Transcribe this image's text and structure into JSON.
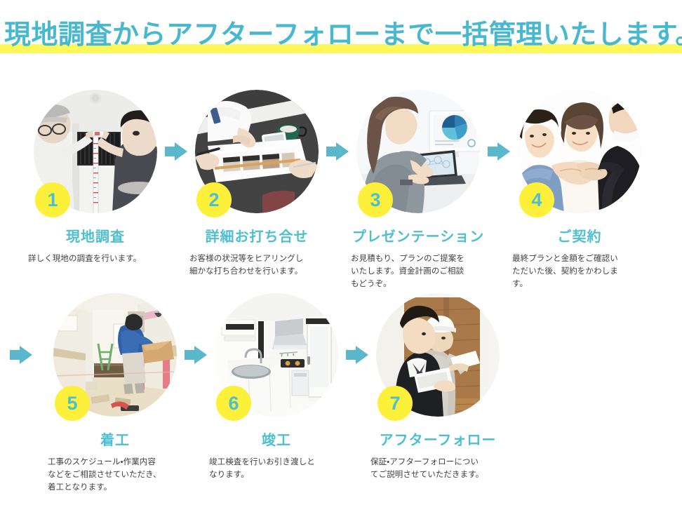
{
  "headline": {
    "text": "現地調査からアフターフォローまで一括管理いたします。",
    "color": "#48b8cf",
    "highlight_color": "#fdf75a"
  },
  "theme": {
    "accent_teal": "#4dbfcf",
    "badge_yellow": "#fdf03a",
    "arrow_teal": "#5bb8cc",
    "body_text": "#3f3f3f",
    "background": "#ffffff"
  },
  "arrow_icon_name": "arrow-right-icon",
  "rows": [
    {
      "steps": [
        {
          "number": "1",
          "title": "現地調査",
          "desc_lines": [
            "詳しく現地の調査を行います。"
          ],
          "photo_alt": "現地調査の写真"
        },
        {
          "number": "2",
          "title": "詳細お打ち合せ",
          "desc_lines": [
            "お客様の状況等をヒアリングし",
            "細かな打ち合わせを行います。"
          ],
          "photo_alt": "詳細お打ち合せの写真"
        },
        {
          "number": "3",
          "title": "プレゼンテーション",
          "desc_lines": [
            "お見積もり、プランのご提案を",
            "いたします。資金計画のご相談",
            "もどうぞ。"
          ],
          "photo_alt": "プレゼンテーションの写真"
        },
        {
          "number": "4",
          "title": "ご契約",
          "desc_lines": [
            "最終プランと金額をご確認い",
            "ただいた後、契約をかわしま",
            "す。"
          ],
          "photo_alt": "ご契約の写真"
        }
      ]
    },
    {
      "steps": [
        {
          "number": "5",
          "title": "着工",
          "desc_lines": [
            "工事のスケジュール・作業内容",
            "などをご相談させていただき、",
            "着工となります。"
          ],
          "photo_alt": "着工の写真"
        },
        {
          "number": "6",
          "title": "竣工",
          "desc_lines": [
            "竣工検査を行いお引き渡しと",
            "なります。"
          ],
          "photo_alt": "竣工の写真"
        },
        {
          "number": "7",
          "title": "アフターフォロー",
          "desc_lines": [
            "保証・アフターフォローについ",
            "てご説明させていただきます。"
          ],
          "photo_alt": "アフターフォローの写真"
        }
      ]
    }
  ]
}
